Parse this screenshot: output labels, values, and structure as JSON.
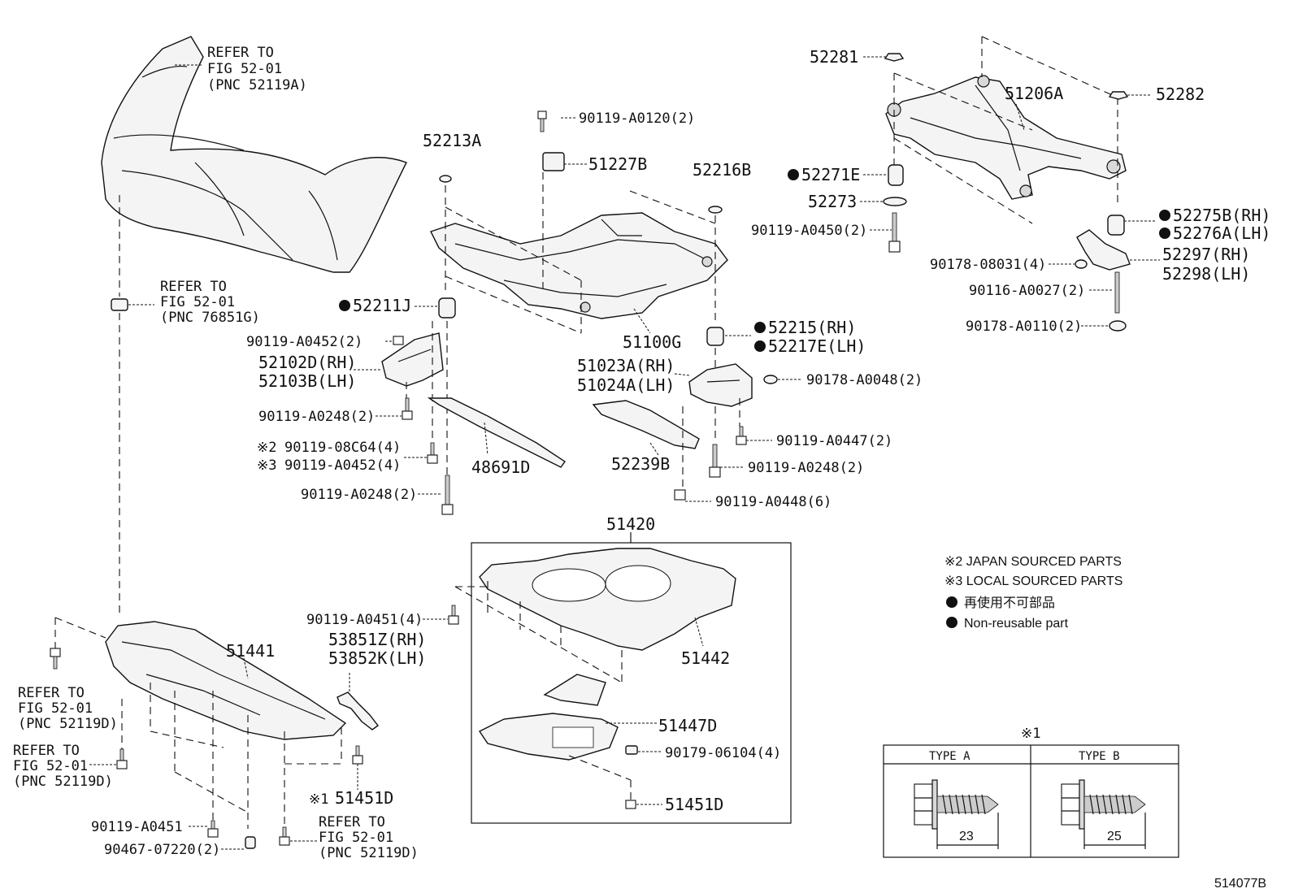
{
  "diagram_id": "514077B",
  "callouts": {
    "bumper_ref": [
      "REFER TO",
      "FIG 52-01",
      "(PNC 52119A)"
    ],
    "clip_ref": [
      "REFER TO",
      "FIG 52-01",
      "(PNC 76851G)"
    ],
    "left_ref_1": [
      "REFER TO",
      "FIG 52-01",
      "(PNC 52119D)"
    ],
    "left_ref_2": [
      "REFER TO",
      "FIG 52-01",
      "(PNC 52119D)"
    ],
    "bottom_ref": [
      "REFER TO",
      "FIG 52-01",
      "(PNC 52119D)"
    ]
  },
  "parts": {
    "p90119_A0120": "90119-A0120(2)",
    "p51227B": "51227B",
    "p52213A": "52213A",
    "p52216B": "52216B",
    "p52211J": "52211J",
    "p90119_A0452a": "90119-A0452(2)",
    "p52102D": "52102D(RH)",
    "p52103B": "52103B(LH)",
    "p90119_A0248a": "90119-A0248(2)",
    "p90119_08C64": "90119-08C64(4)",
    "p90119_A0452b": "90119-A0452(4)",
    "p90119_A0248b": "90119-A0248(2)",
    "p48691D": "48691D",
    "p51100G": "51100G",
    "p51023A": "51023A(RH)",
    "p51024A": "51024A(LH)",
    "p52215": "52215(RH)",
    "p52217E": "52217E(LH)",
    "p90178_A0048": "90178-A0048(2)",
    "p52239B": "52239B",
    "p90119_A0447": "90119-A0447(2)",
    "p90119_A0248c": "90119-A0248(2)",
    "p90119_A0448": "90119-A0448(6)",
    "p52281": "52281",
    "p51206A": "51206A",
    "p52282": "52282",
    "p52271E": "52271E",
    "p52273": "52273",
    "p90119_A0450": "90119-A0450(2)",
    "p52275B": "52275B(RH)",
    "p52276A": "52276A(LH)",
    "p90178_08031": "90178-08031(4)",
    "p52297": "52297(RH)",
    "p52298": "52298(LH)",
    "p90116_A0027": "90116-A0027(2)",
    "p90178_A0110": "90178-A0110(2)",
    "p51420": "51420",
    "p51442": "51442",
    "p51447D": "51447D",
    "p90179_06104": "90179-06104(4)",
    "p51451D_box": "51451D",
    "p51441": "51441",
    "p90119_A0451a": "90119-A0451(4)",
    "p53851Z": "53851Z(RH)",
    "p53852K": "53852K(LH)",
    "p51451D": "51451D",
    "p90119_A0451b": "90119-A0451",
    "p90467_07220": "90467-07220(2)"
  },
  "marks": {
    "note1": "※1",
    "note2": "※2",
    "note3": "※3"
  },
  "legend": {
    "japan": "※2 JAPAN SOURCED PARTS",
    "local": "※3 LOCAL SOURCED PARTS",
    "jp_nonreuse": "再使用不可部品",
    "non_reusable": "Non-reusable part"
  },
  "type_table": {
    "title": "※1",
    "type_a": "TYPE A",
    "type_b": "TYPE B",
    "len_a": "23",
    "len_b": "25"
  }
}
